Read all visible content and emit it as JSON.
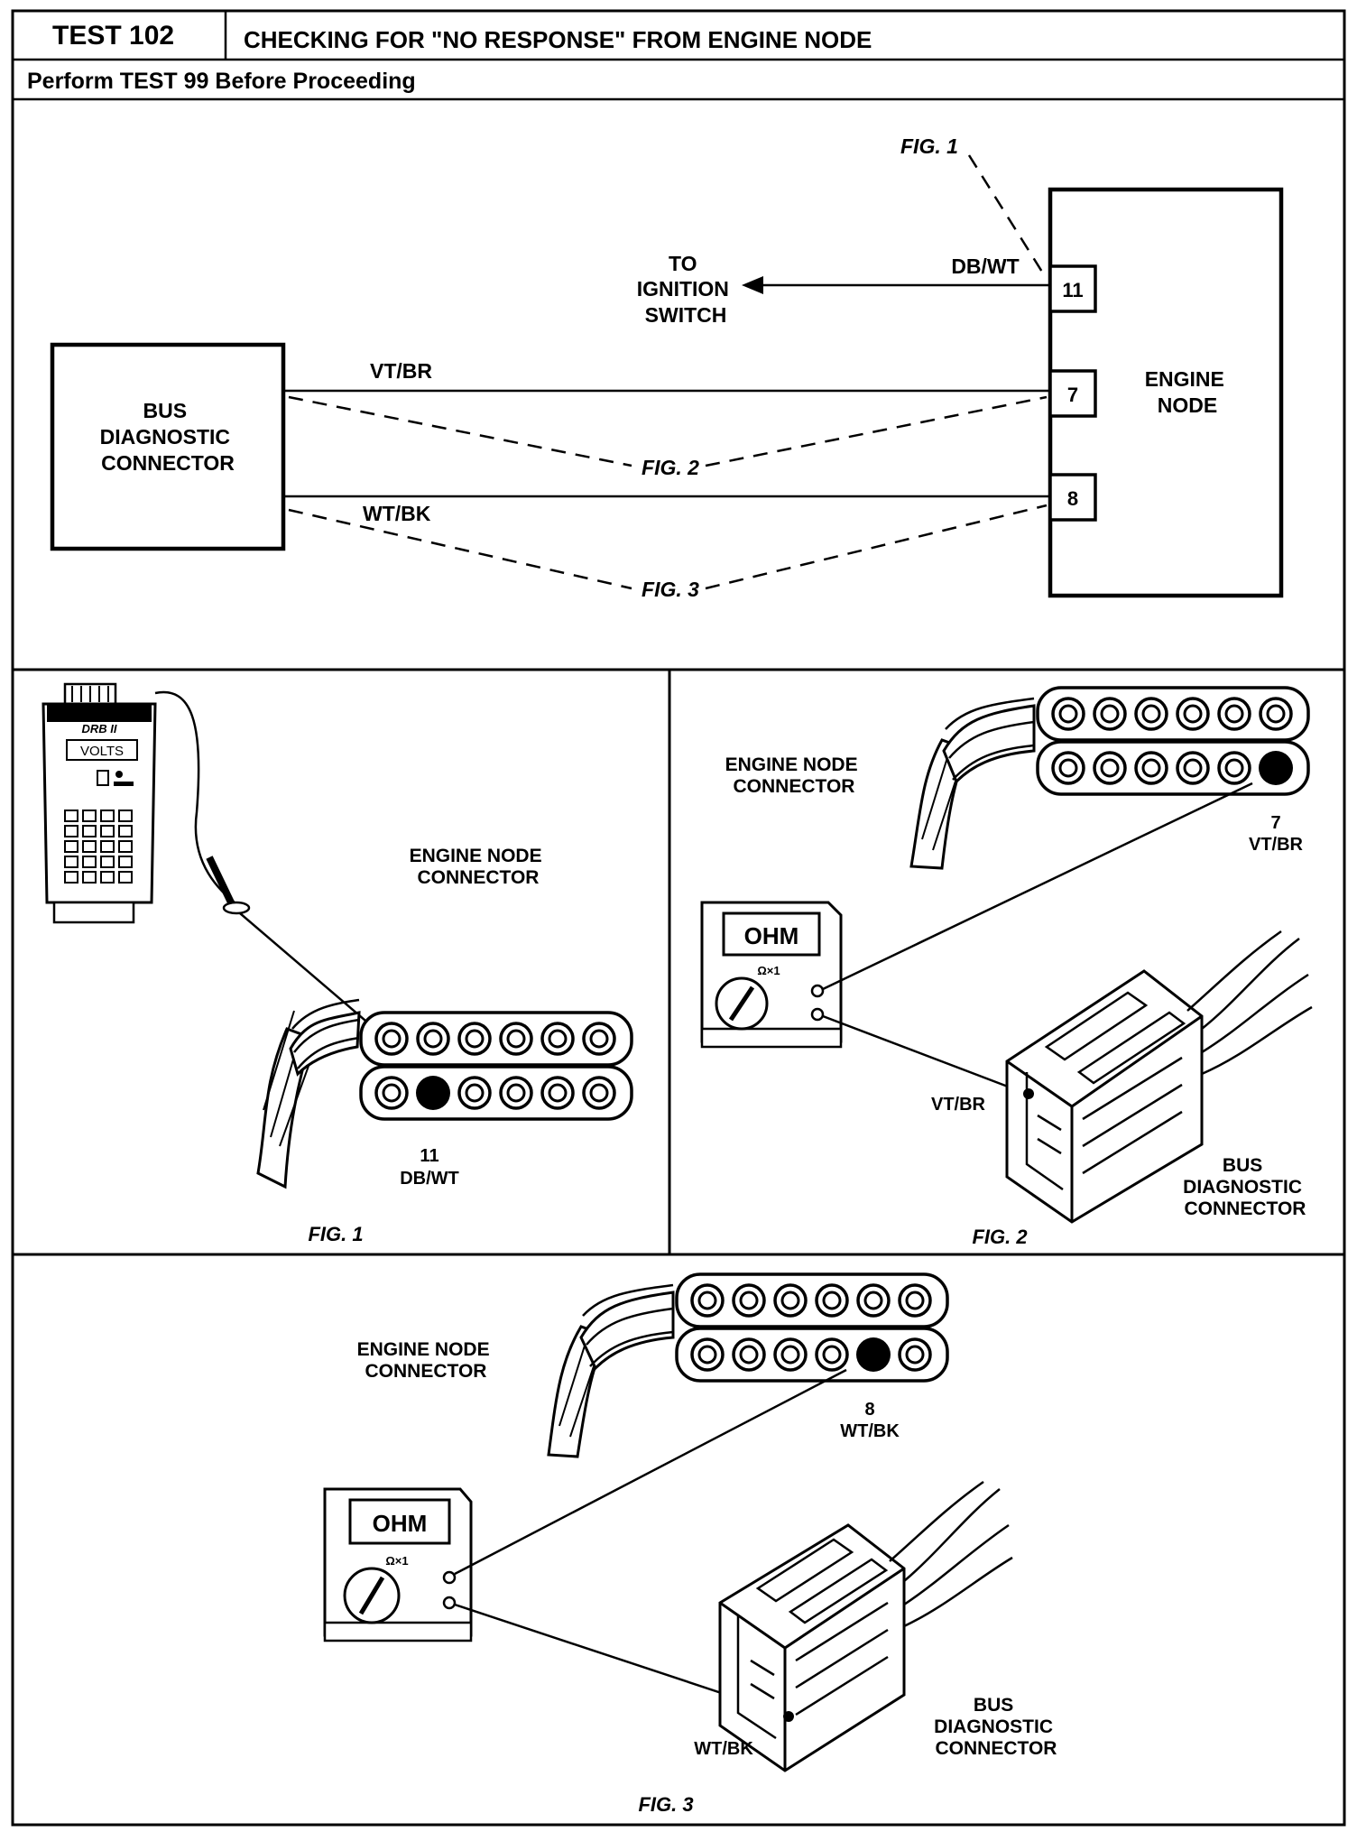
{
  "header": {
    "test_id": "TEST 102",
    "title": "CHECKING FOR \"NO RESPONSE\" FROM ENGINE NODE",
    "subtitle": "Perform TEST 99 Before Proceeding"
  },
  "schematic": {
    "fig1_callout": "FIG. 1",
    "to_ignition": [
      "TO",
      "IGNITION",
      "SWITCH"
    ],
    "wire_top": "DB/WT",
    "engine_node": [
      "ENGINE",
      "NODE"
    ],
    "bus_box": [
      "BUS",
      "DIAGNOSTIC",
      "CONNECTOR"
    ],
    "wire_vt": "VT/BR",
    "wire_wt": "WT/BK",
    "pins": [
      "11",
      "7",
      "8"
    ],
    "fig2_callout": "FIG. 2",
    "fig3_callout": "FIG. 3"
  },
  "fig1": {
    "tester_brand": "DRB II",
    "tester_display": "VOLTS",
    "connector_label": [
      "ENGINE NODE",
      "CONNECTOR"
    ],
    "pin_number": "11",
    "pin_wire": "DB/WT",
    "caption": "FIG. 1"
  },
  "fig2": {
    "connector_label": [
      "ENGINE NODE",
      "CONNECTOR"
    ],
    "pin_number": "7",
    "pin_wire": "VT/BR",
    "meter_display": "OHM",
    "meter_range": "Ω×1",
    "wire_label": "VT/BR",
    "bus_label": [
      "BUS",
      "DIAGNOSTIC",
      "CONNECTOR"
    ],
    "caption": "FIG. 2"
  },
  "fig3": {
    "connector_label": [
      "ENGINE NODE",
      "CONNECTOR"
    ],
    "pin_number": "8",
    "pin_wire": "WT/BK",
    "meter_display": "OHM",
    "meter_range": "Ω×1",
    "wire_label": "WT/BK",
    "bus_label": [
      "BUS",
      "DIAGNOSTIC",
      "CONNECTOR"
    ],
    "caption": "FIG. 3"
  }
}
